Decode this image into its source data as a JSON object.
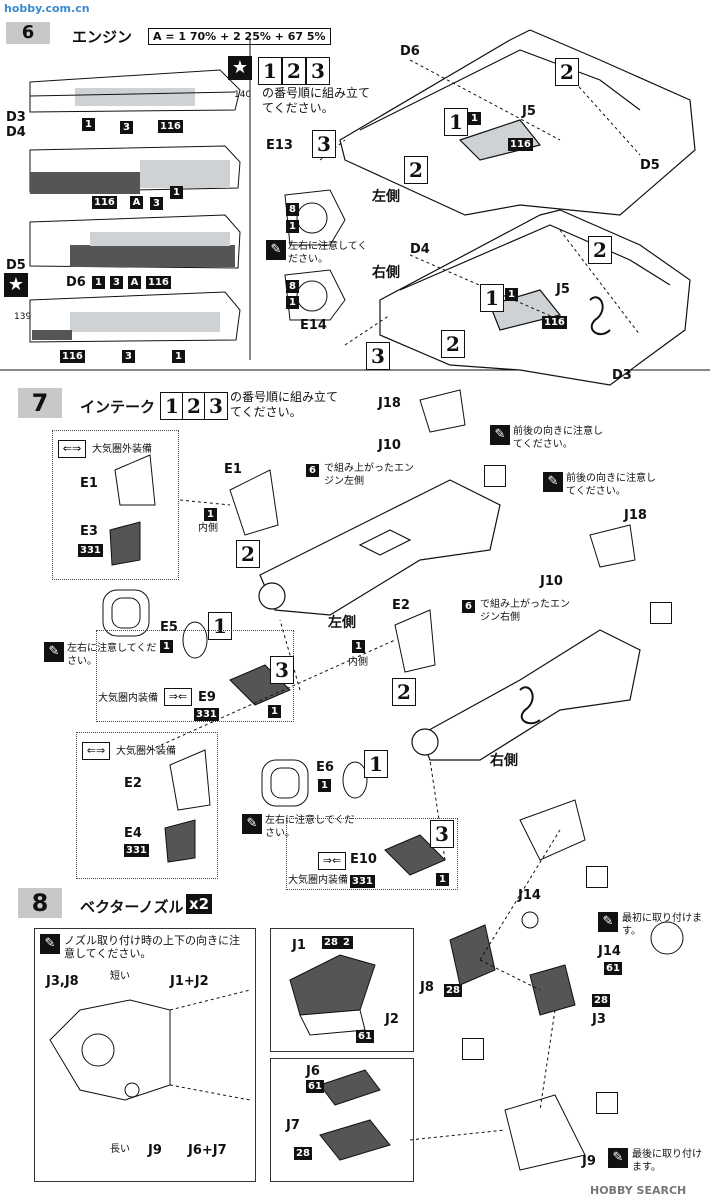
{
  "watermark_top": "hobby.com.cn",
  "watermark_bottom": "HOBBY SEARCH",
  "step6": {
    "title": "エンジン",
    "color_mix": "A = 1 70% + 2 25% + 67 5%",
    "order_note": "の番号順に組み立ててください。",
    "order_seq": [
      "1",
      "2",
      "3"
    ],
    "left_side": "左側",
    "right_side": "右側",
    "lr_note": "左右に注意してください。",
    "labels": {
      "D3": "D3",
      "D4": "D4",
      "D5": "D5",
      "D6": "D6",
      "E13": "E13",
      "E14": "E14",
      "J5": "J5"
    },
    "badges": {
      "b1": "1",
      "b3": "3",
      "b116": "116",
      "bA": "A",
      "b8": "8",
      "b140": "140",
      "b139": "139"
    }
  },
  "step7": {
    "num": "7",
    "title": "インテーク",
    "order_seq": [
      "1",
      "2",
      "3"
    ],
    "order_note": "の番号順に組み立ててください。",
    "engine_left": "で組み上がったエンジン左側",
    "engine_right": "で組み上がったエンジン右側",
    "ref6": "6",
    "front_back_note": "前後の向きに注意してください。",
    "lr_note": "左右に注意してください。",
    "outside_atmo": "大気圏外装備",
    "inside_atmo": "大気圏内装備",
    "inside_label": "内側",
    "left_side": "左側",
    "right_side": "右側",
    "labels": {
      "E1": "E1",
      "E2": "E2",
      "E3": "E3",
      "E4": "E4",
      "E5": "E5",
      "E6": "E6",
      "E9": "E9",
      "E10": "E10",
      "J10": "J10",
      "J18": "J18"
    },
    "badge331": "331"
  },
  "step8": {
    "num": "8",
    "title": "ベクターノズル",
    "multiplier": "x2",
    "nozzle_note": "ノズル取り付け時の上下の向きに注意してください。",
    "short": "短い",
    "long": "長い",
    "first_note": "最初に取り付けます。",
    "last_note": "最後に取り付けます。",
    "labels": {
      "J1": "J1",
      "J2": "J2",
      "J3": "J3",
      "J6": "J6",
      "J7": "J7",
      "J8": "J8",
      "J9": "J9",
      "J14": "J14",
      "J3J8": "J3,J8",
      "J1J2": "J1+J2",
      "J6J7": "J6+J7"
    },
    "badges": {
      "b28": "28",
      "b2": "2",
      "b61": "61"
    }
  },
  "colors": {
    "panel_grey": "#cfd2d4",
    "dark": "#111111",
    "step_bg": "#c8c8c8"
  }
}
